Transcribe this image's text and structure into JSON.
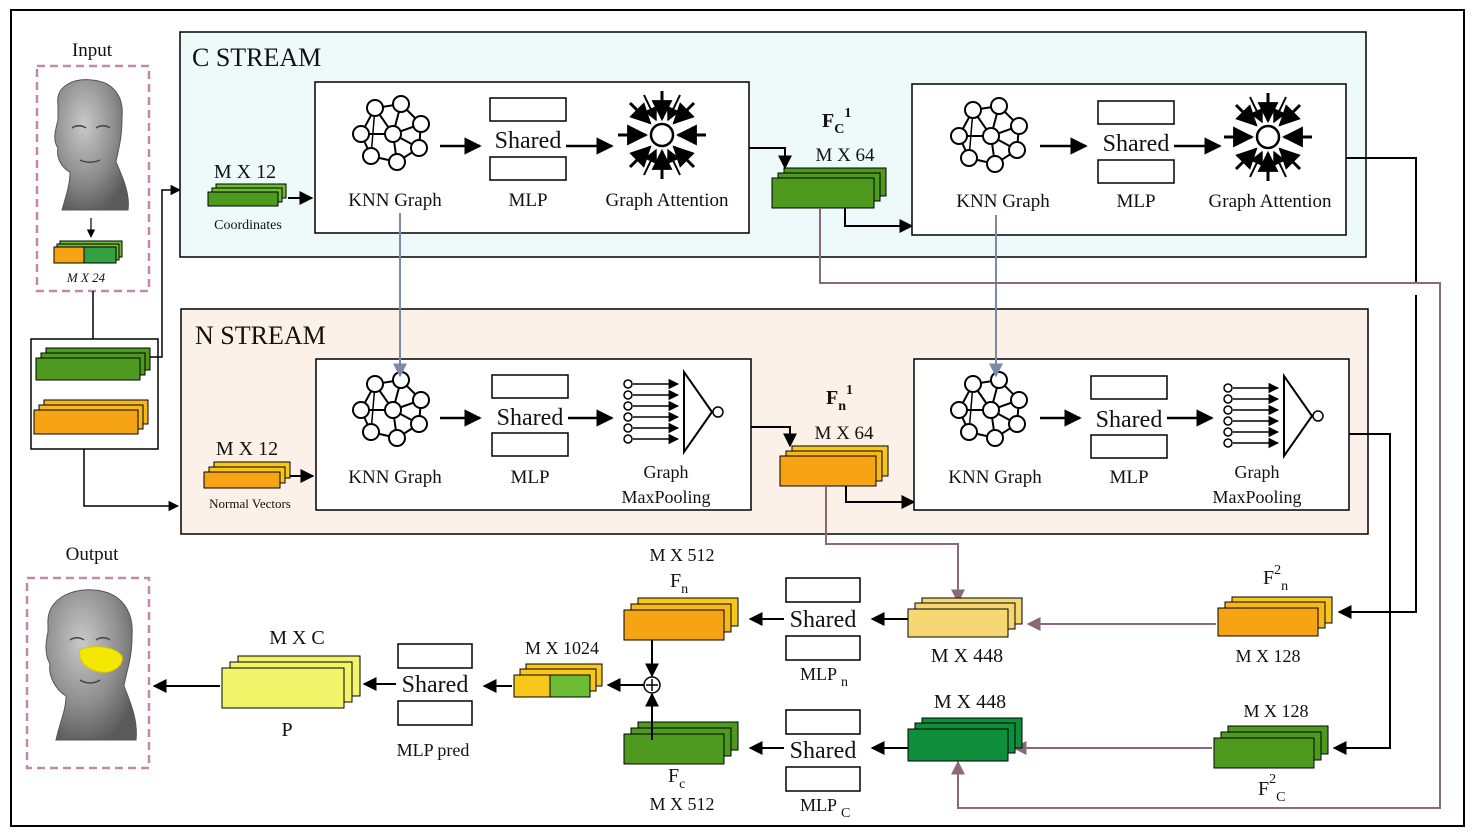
{
  "input": {
    "label": "Input",
    "tensor": "M X 24"
  },
  "output": {
    "label": "Output"
  },
  "c_stream": {
    "title": "C STREAM",
    "input_dim": "M X 12",
    "input_name": "Coordinates",
    "block1": {
      "knn": "KNN Graph",
      "shared": "Shared",
      "mlp": "MLP",
      "op": "Graph Attention"
    },
    "feature": {
      "name": "F",
      "sub": "C",
      "sup": "1",
      "dim": "M X 64"
    },
    "block2": {
      "knn": "KNN Graph",
      "shared": "Shared",
      "mlp": "MLP",
      "op": "Graph Attention"
    }
  },
  "n_stream": {
    "title": "N STREAM",
    "input_dim": "M X 12",
    "input_name": "Normal Vectors",
    "block1": {
      "knn": "KNN Graph",
      "shared": "Shared",
      "mlp": "MLP",
      "op_line1": "Graph",
      "op_line2": "MaxPooling"
    },
    "feature": {
      "name": "F",
      "sub": "n",
      "sup": "1",
      "dim": "M X 64"
    },
    "block2": {
      "knn": "KNN Graph",
      "shared": "Shared",
      "mlp": "MLP",
      "op_line1": "Graph",
      "op_line2": "MaxPooling"
    }
  },
  "bottom": {
    "f2n": {
      "name": "F",
      "sup": "2",
      "sub": "n",
      "dim": "M X 128"
    },
    "f2c": {
      "name": "F",
      "sup": "2",
      "sub": "C",
      "dim": "M X 128"
    },
    "concat_n_dim": "M X 448",
    "concat_c_dim": "M X 448",
    "mlp_n": {
      "shared": "Shared",
      "name": "MLP",
      "sub": "n"
    },
    "mlp_c": {
      "shared": "Shared",
      "name": "MLP",
      "sub": "C"
    },
    "fn": {
      "dim": "M X 512",
      "name": "F",
      "sub": "n"
    },
    "fc": {
      "name": "F",
      "sub": "c",
      "dim": "M X 512"
    },
    "fused_dim": "M X 1024",
    "mlp_pred": {
      "shared": "Shared",
      "name": "MLP pred"
    },
    "pred": {
      "dim": "M X C",
      "name": "P"
    }
  },
  "colors": {
    "c_stream_bg": "#eefafa",
    "n_stream_bg": "#fbf1e8",
    "green": "#4e9a1f",
    "green_light": "#6dbd34",
    "orange": "#f6a314",
    "yellow": "#f8c71a",
    "pale_yellow": "#f7d774",
    "dark_green": "#0f8f3c",
    "pred_yellow": "#f2f56a",
    "skip_arrow": "#8a6a78",
    "knn_arrow": "#7a8aa8",
    "dashed_border": "#c38aa8"
  }
}
